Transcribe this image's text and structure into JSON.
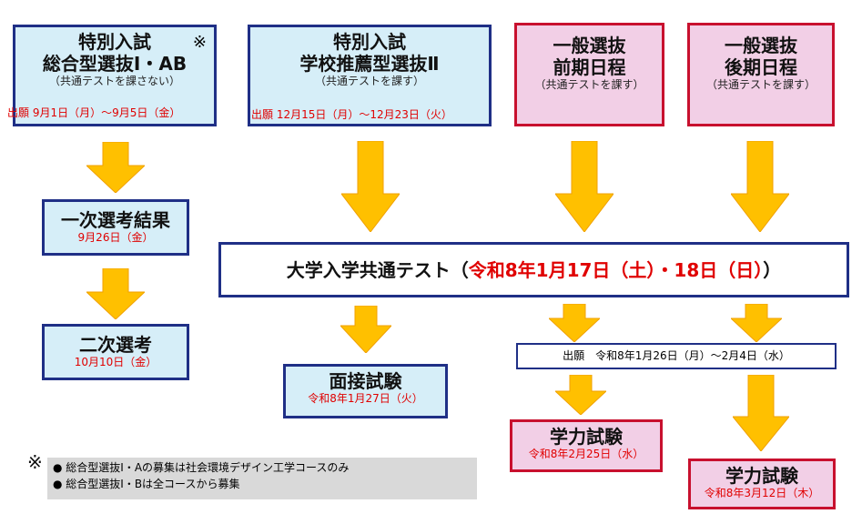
{
  "boxes": {
    "sogo": {
      "title1": "特別入試",
      "title2": "総合型選抜Ⅰ・AB",
      "mark": "※",
      "sub": "（共通テストを課さない）",
      "date": "出願 9月1日（月）～9月5日（金）"
    },
    "suisen": {
      "title1": "特別入試",
      "title2": "学校推薦型選抜Ⅱ",
      "sub": "（共通テストを課す）",
      "date": "出願 12月15日（月）～12月23日（火）"
    },
    "zenki": {
      "title1": "一般選抜",
      "title2": "前期日程",
      "sub": "（共通テストを課す）"
    },
    "koki": {
      "title1": "一般選抜",
      "title2": "後期日程",
      "sub": "（共通テストを課す）"
    },
    "ichiji": {
      "title": "一次選考結果",
      "date": "9月26日（金）"
    },
    "niji": {
      "title": "二次選考",
      "date": "10月10日（金）"
    },
    "kyotsu": {
      "prefix": "大学入学共通テスト（",
      "dates": "令和8年1月17日（土）・18日（日）",
      "suffix": "）"
    },
    "mensetsu": {
      "title": "面接試験",
      "date": "令和8年1月27日（火）"
    },
    "shutsugan": {
      "text": "出願　令和8年1月26日（月）～2月4日（水）"
    },
    "gakuryoku1": {
      "title": "学力試験",
      "date": "令和8年2月25日（水）"
    },
    "gakuryoku2": {
      "title": "学力試験",
      "date": "令和8年3月12日（木）"
    }
  },
  "note": {
    "mark": "※",
    "line1": "● 総合型選抜Ⅰ・Aの募集は社会環境デザイン工学コースのみ",
    "line2": "● 総合型選抜Ⅰ・Bは全コースから募集"
  },
  "colors": {
    "arrow": "#ffc000",
    "arrow_dark": "#f0a000",
    "navy": "#1f2f86",
    "red": "#e00000"
  }
}
